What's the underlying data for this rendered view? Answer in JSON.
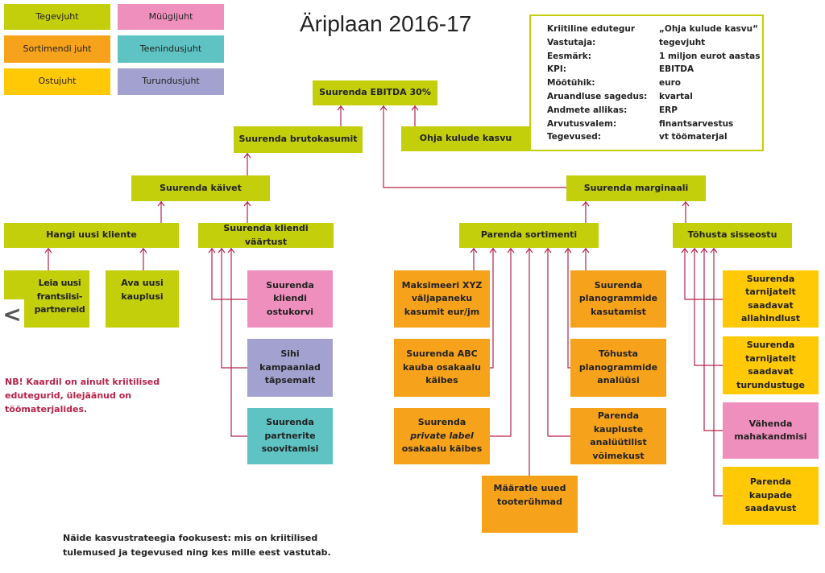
{
  "title": "Äriplaan 2016-17",
  "legend": [
    "Tegevjuht",
    "Müügijuht",
    "Sortimendi juht",
    "Teenindusjuht",
    "Ostujuht",
    "Turundusjuht"
  ],
  "info": {
    "rows": [
      [
        "Kriitiline edutegur",
        "„Ohja kulude kasvu“"
      ],
      [
        "Vastutaja:",
        "tegevjuht"
      ],
      [
        "Eesmärk:",
        "1 miljon eurot aastas"
      ],
      [
        "KPI:",
        "EBITDA"
      ],
      [
        "Mõõtühik:",
        "euro"
      ],
      [
        "Aruandluse sagedus:",
        "kvartal"
      ],
      [
        "Andmete allikas:",
        "ERP"
      ],
      [
        "Arvutusvalem:",
        "finantsarvestus"
      ],
      [
        "Tegevused:",
        "vt töömaterjal"
      ]
    ]
  },
  "nodes": {
    "ebitda": "Suurenda EBITDA 30%",
    "bruto": "Suurenda brutokasumit",
    "ohja": "Ohja kulude kasvu",
    "kaive": "Suurenda käivet",
    "marg": "Suurenda marginaali",
    "hangi": "Hangi uusi kliente",
    "vaartus": "Suurenda kliendi väärtust",
    "sort": "Parenda sortimenti",
    "sisse": "Tõhusta sisseostu",
    "leia": "Leia uusi frantsiisi-partnereid",
    "ava": "Ava uusi kauplusi",
    "ostukorv": "Suurenda kliendi ostukorvi",
    "kamp": "Sihi kampaaniad täpsemalt",
    "partner": "Suurenda partnerite soovitamisi",
    "xyz": "Maksimeeri XYZ väljapaneku kasumit eur/jm",
    "abc": "Suurenda ABC kauba osakaalu käibes",
    "pl1": "Suurenda",
    "pl2": "private label",
    "pl3": "osakaalu käibes",
    "maaratle": "Määratle uued tooterühmad",
    "plano1": "Suurenda planogrammide kasutamist",
    "plano2": "Tõhusta planogrammide analüüsi",
    "analyy": "Parenda kaupluste analüütilist võimekust",
    "allahind": "Suurenda tarnijatelt saadavat allahindlust",
    "turund": "Suurenda tarnijatelt saadavat turundustuge",
    "maha": "Vähenda mahakandmisi",
    "saadav": "Parenda kaupade saadavust"
  },
  "nb": "NB! Kaardil on ainult kriitilised edutegurid, ülejäänud on töömaterjalides.",
  "footer": "Näide kasvustrateegia fookusest: mis on kriitilised tulemused ja tegevused ning kes mille eest vastutab.",
  "prev_icon": "<"
}
